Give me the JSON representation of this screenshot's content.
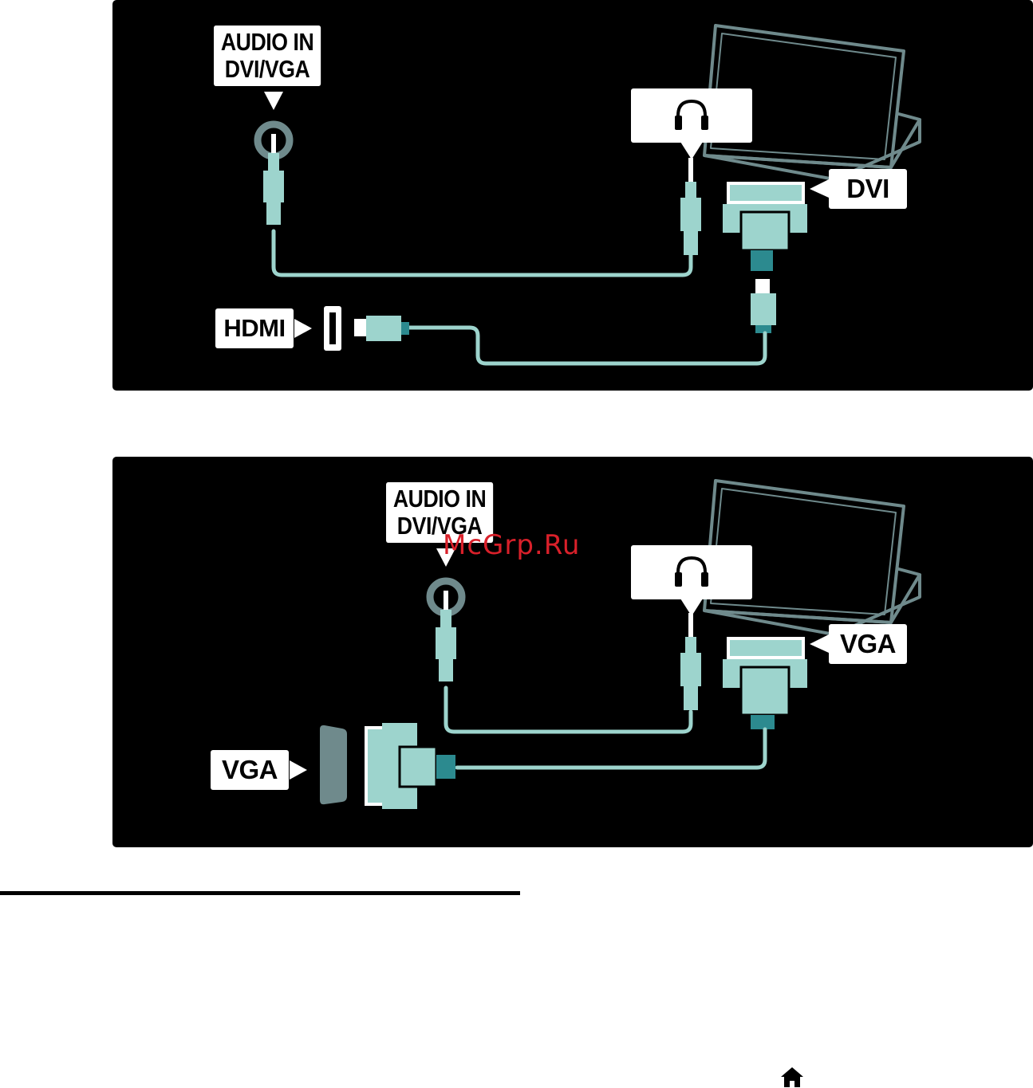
{
  "top_panel": {
    "audio_label_line1": "AUDIO IN",
    "audio_label_line2": "DVI/VGA",
    "pc_connector_label": "DVI",
    "tv_connector_label": "HDMI"
  },
  "bottom_panel": {
    "audio_label_line1": "AUDIO IN",
    "audio_label_line2": "DVI/VGA",
    "pc_connector_label": "VGA",
    "tv_connector_label": "VGA"
  },
  "watermark": "McGrp.Ru",
  "icons": [
    "headphones-icon",
    "home-icon"
  ],
  "colors": {
    "panel_bg": "#000000",
    "cable": "#9dd4cd",
    "cable_dark": "#2c8a8f",
    "socket_grey": "#6f8a8c",
    "laptop_outline": "#6f8a8c",
    "watermark": "#d9202a"
  }
}
